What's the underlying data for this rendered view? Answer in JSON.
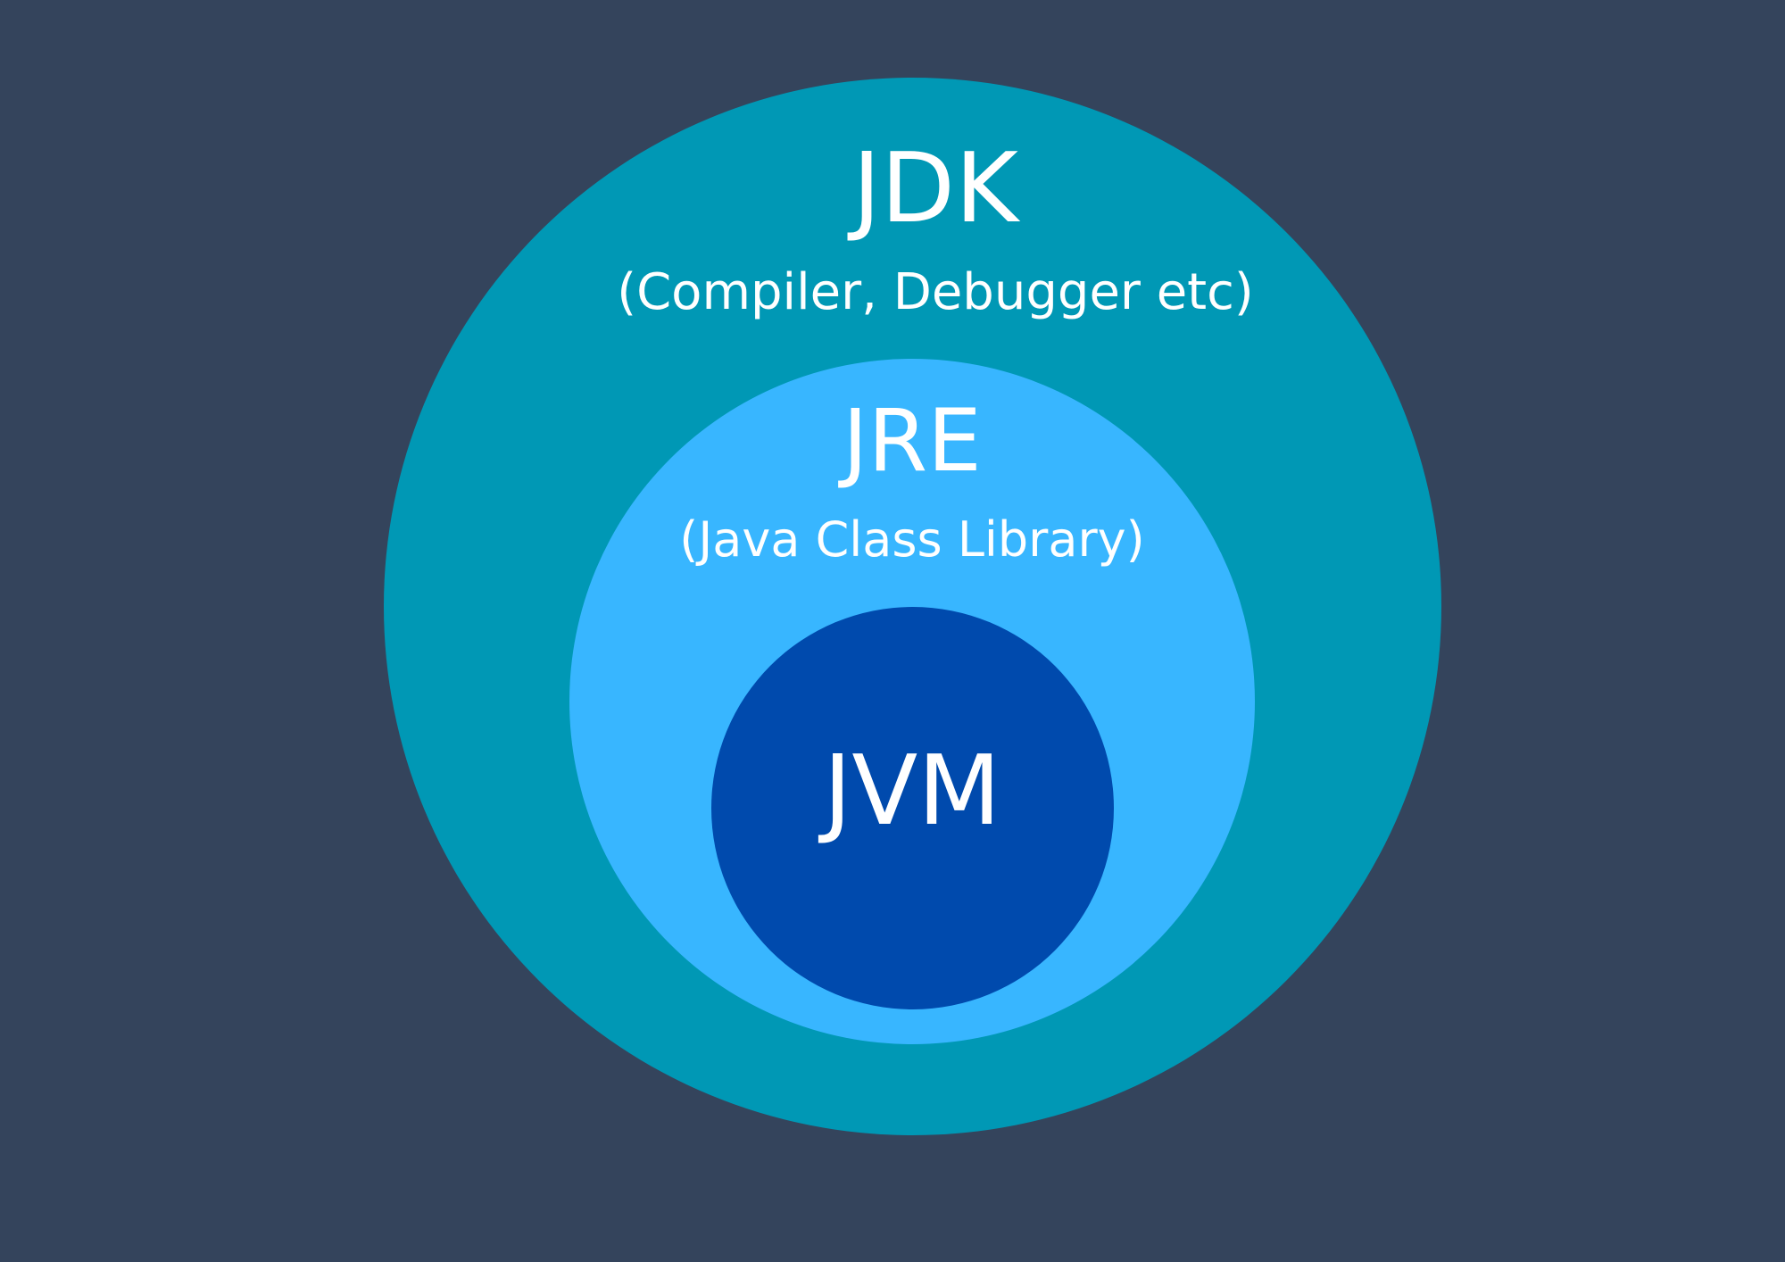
{
  "colors": {
    "background": "#34445c",
    "jdk": "#0098b5",
    "jre": "#38b6ff",
    "jvm": "#004aad",
    "text": "#ffffff"
  },
  "diagram": {
    "jdk": {
      "title": "JDK",
      "subtitle": "(Compiler, Debugger etc)"
    },
    "jre": {
      "title": "JRE",
      "subtitle": "(Java Class Library)"
    },
    "jvm": {
      "title": "JVM"
    }
  }
}
